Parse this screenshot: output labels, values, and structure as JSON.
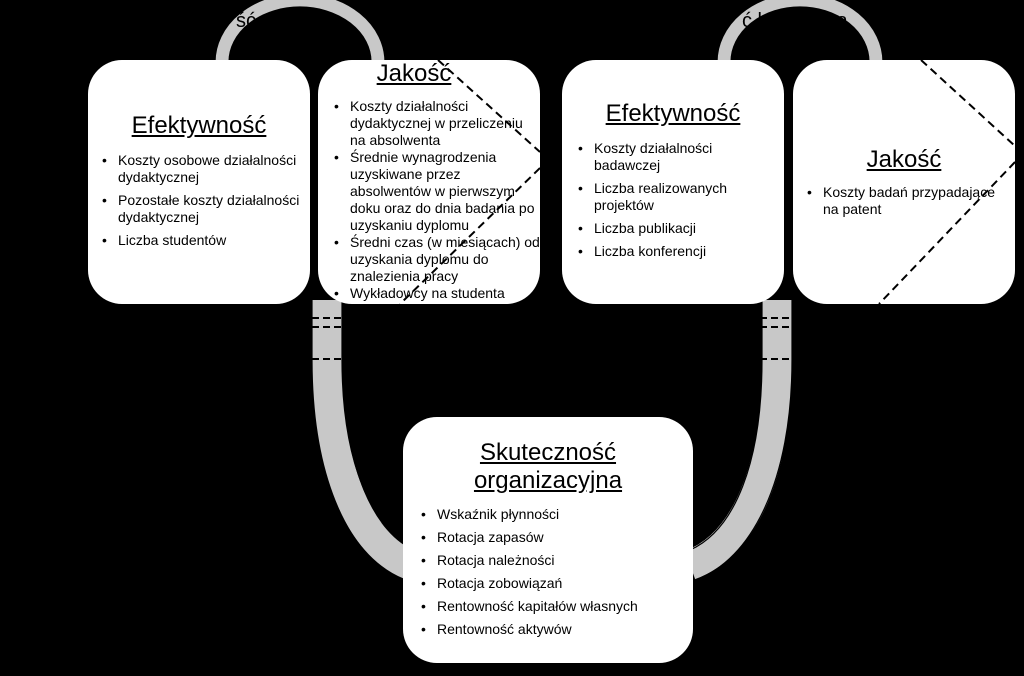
{
  "arc_labels": {
    "left": "ść dydakty",
    "right": "ć badawcza"
  },
  "boxes": {
    "teaching_efficiency": {
      "title": "Efektywność",
      "items": [
        "Koszty osobowe działalności dydaktycznej",
        "Pozostałe koszty działalności dydaktycznej",
        "Liczba studentów"
      ]
    },
    "teaching_quality": {
      "title": "Jakość",
      "items": [
        "Koszty działalności dydaktycznej w przeliczeniu na absolwenta",
        "Średnie wynagrodzenia uzyskiwane przez absolwentów w pierwszym doku oraz do dnia badania po uzyskaniu dyplomu",
        "Średni czas (w miesiącach) od uzyskania dyplomu do znalezienia pracy",
        "Wykładowcy na studenta"
      ]
    },
    "research_efficiency": {
      "title": "Efektywność",
      "items": [
        "Koszty działalności badawczej",
        "Liczba realizowanych projektów",
        "Liczba publikacji",
        "Liczba konferencji"
      ]
    },
    "research_quality": {
      "title": "Jakość",
      "items": [
        "Koszty badań przypadające na patent"
      ]
    },
    "organizational": {
      "title_line1": "Skuteczność",
      "title_line2": "organizacyjna",
      "items": [
        "Wskaźnik płynności",
        "Rotacja zapasów",
        "Rotacja należności",
        "Rotacja zobowiązań",
        "Rentowność kapitałów własnych",
        "Rentowność aktywów"
      ]
    }
  }
}
